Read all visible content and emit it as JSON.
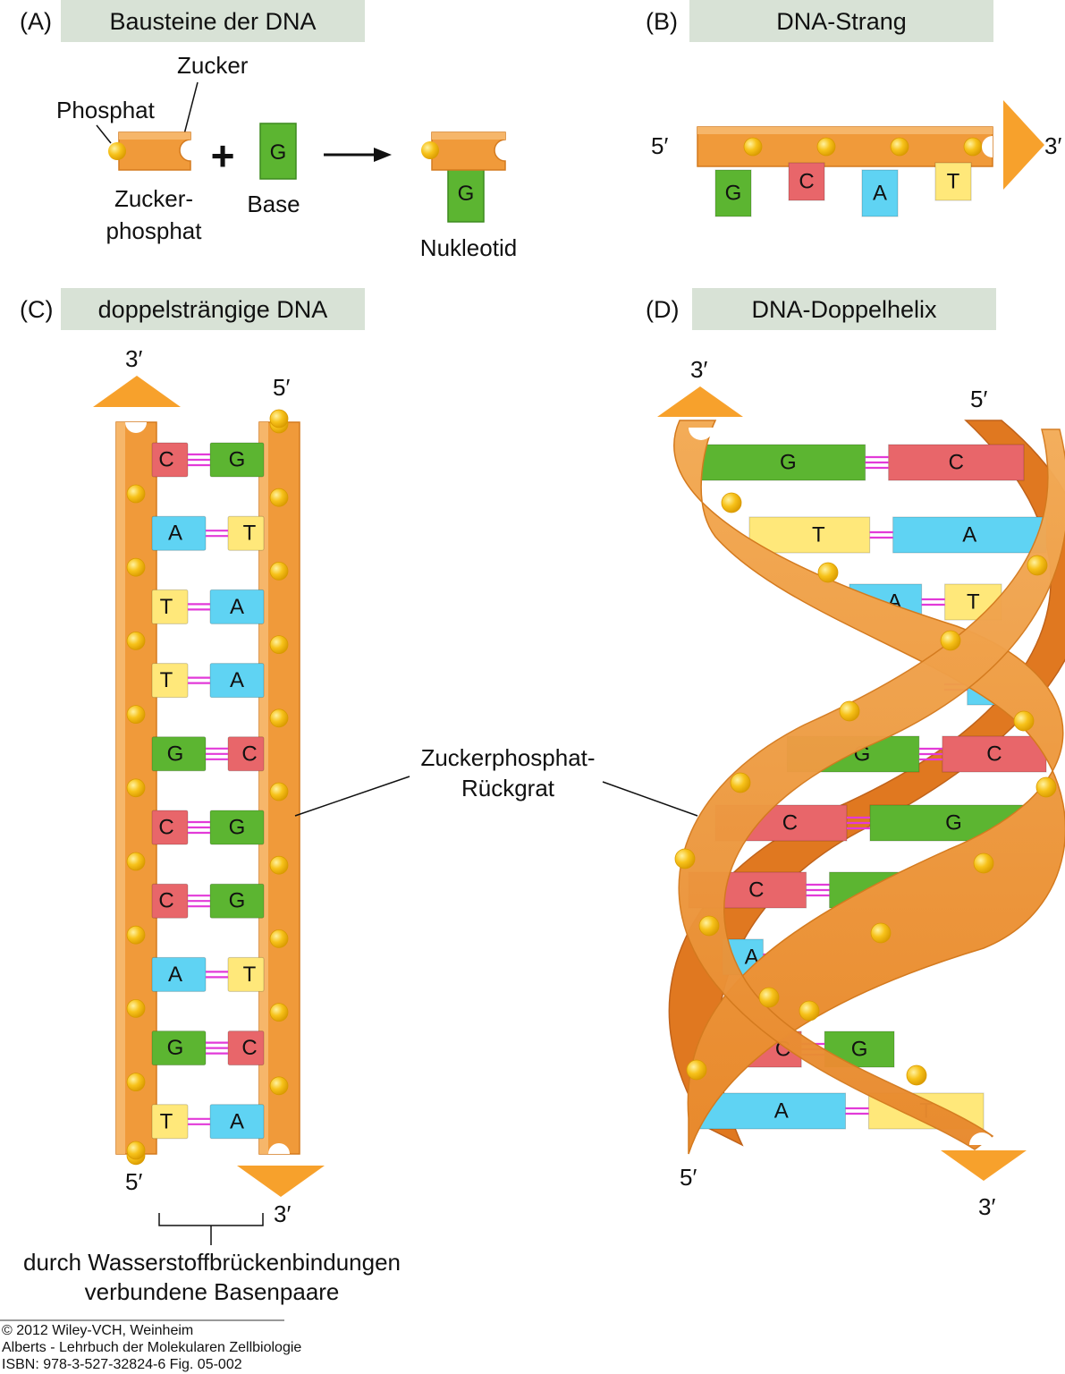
{
  "panels": {
    "a": {
      "letter": "(A)",
      "title": "Bausteine der DNA"
    },
    "b": {
      "letter": "(B)",
      "title": "DNA-Strang"
    },
    "c": {
      "letter": "(C)",
      "title": "doppelsträngige DNA"
    },
    "d": {
      "letter": "(D)",
      "title": "DNA-Doppelhelix"
    }
  },
  "panel_a": {
    "sugar_label": "Zucker",
    "phosphate_label": "Phosphat",
    "sugar_phosphate_label_1": "Zucker-",
    "sugar_phosphate_label_2": "phosphat",
    "plus": "+",
    "base_letter": "G",
    "base_label": "Base",
    "nucleotide_letter": "G",
    "nucleotide_label": "Nukleotid"
  },
  "panel_b": {
    "five_prime": "5′",
    "three_prime": "3′",
    "bases": [
      "G",
      "C",
      "A",
      "T"
    ]
  },
  "panel_c": {
    "top_left_end": "3′",
    "top_right_end": "5′",
    "bottom_left_end": "5′",
    "bottom_right_end": "3′",
    "pairs": [
      [
        "C",
        "G"
      ],
      [
        "A",
        "T"
      ],
      [
        "T",
        "A"
      ],
      [
        "T",
        "A"
      ],
      [
        "G",
        "C"
      ],
      [
        "C",
        "G"
      ],
      [
        "C",
        "G"
      ],
      [
        "A",
        "T"
      ],
      [
        "G",
        "C"
      ],
      [
        "T",
        "A"
      ]
    ],
    "bracket_label_1": "durch Wasserstoffbrückenbindungen",
    "bracket_label_2": "verbundene Basenpaare"
  },
  "backbone_label_1": "Zuckerphosphat-",
  "backbone_label_2": "Rückgrat",
  "panel_d": {
    "top_left_end": "3′",
    "top_right_end": "5′",
    "bottom_left_end": "5′",
    "bottom_right_end": "3′",
    "pairs": [
      [
        "G",
        "C"
      ],
      [
        "T",
        "A"
      ],
      [
        "A",
        "T"
      ],
      [
        "",
        "A"
      ],
      [
        "G",
        "C"
      ],
      [
        "C",
        "G"
      ],
      [
        "C",
        "G"
      ],
      [
        "A",
        ""
      ],
      [
        "C",
        "G"
      ],
      [
        "A",
        "T"
      ]
    ]
  },
  "colors": {
    "G": "#5cb531",
    "C": "#e8666a",
    "A": "#5fd3f3",
    "T": "#ffe87a",
    "backbone": "#f09a3a",
    "backbone_dark": "#e07820",
    "phosphate": "#f7c21a",
    "hbond": "#e23ad8",
    "title_box": "#d8e2d6"
  },
  "footer": {
    "line1": "© 2012 Wiley-VCH, Weinheim",
    "line2": "Alberts - Lehrbuch der Molekularen Zellbiologie",
    "line3": "ISBN: 978-3-527-32824-6    Fig. 05-002"
  }
}
